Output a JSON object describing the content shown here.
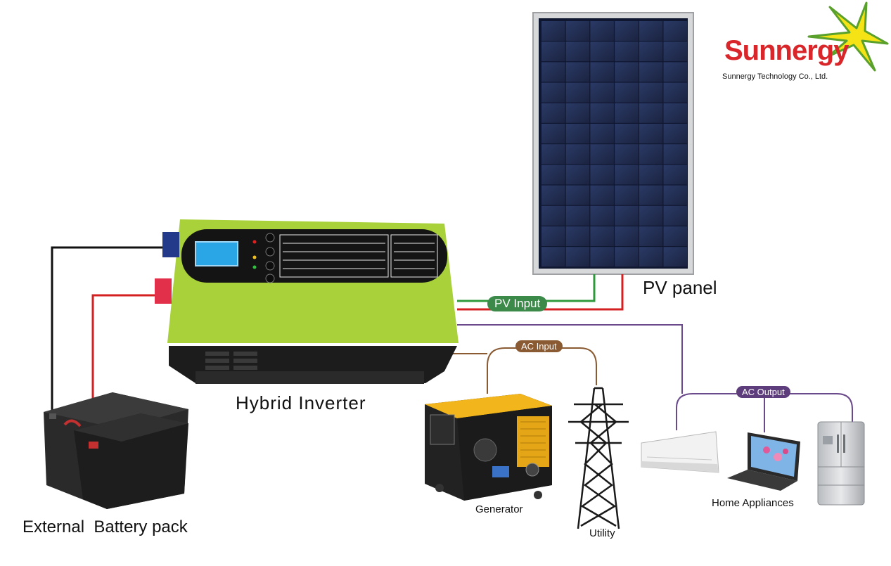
{
  "logo": {
    "brand": "Sunnergy",
    "company": "Sunnergy Technology Co., Ltd."
  },
  "labels": {
    "pv_panel": "PV panel",
    "pv_input": "PV Input",
    "ac_input": "AC Input",
    "ac_output": "AC Output",
    "hybrid_inverter": "Hybrid Inverter",
    "generator": "Generator",
    "utility": "Utility",
    "home_appliances": "Home Appliances",
    "battery": "External  Battery pack"
  },
  "colors": {
    "inverter_body": "#a8d13a",
    "pv_input_pill": "#3c8a4a",
    "ac_input_pill": "#8a5a32",
    "ac_output_pill": "#5e3d7c",
    "pv_positive_wire": "#d42020",
    "pv_negative_wire": "#2f9a3c",
    "battery_positive_wire": "#d42020",
    "battery_negative_wire": "#111111",
    "ac_output_wire": "#6b4a8c",
    "ac_input_wire": "#8a5a32",
    "brand_red": "#d8262a",
    "brand_star": "#8bc53f"
  },
  "icons": [
    "pv-panel-icon",
    "inverter-icon",
    "battery-icon",
    "generator-icon",
    "utility-tower-icon",
    "air-conditioner-icon",
    "laptop-icon",
    "refrigerator-icon",
    "sunnergy-logo-icon"
  ]
}
